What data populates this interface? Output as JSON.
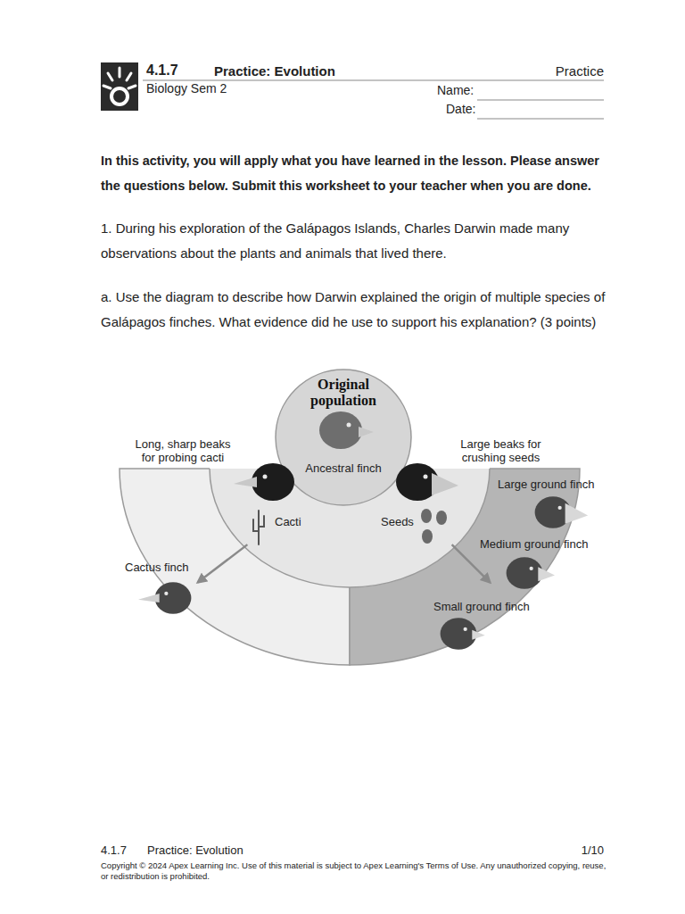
{
  "diagram": {
    "title": "Practice: Evolution",
    "nodes": [
      {
        "text": [
          "Original population",
          "Ancestral finch"
        ]
      },
      {
        "text": [
          "Cacti"
        ]
      },
      {
        "text": [
          "Seeds"
        ]
      },
      {
        "text": [
          "Cactus finch"
        ]
      },
      {
        "text": [
          "Large ground finch",
          "Medium ground finch",
          "Small ground finch"
        ]
      }
    ],
    "edges": [
      {
        "from": 1,
        "to": 3,
        "arrow": "to"
      },
      {
        "from": 2,
        "to": 4,
        "arrow": "to"
      }
    ],
    "labels": [
      "4.1.7",
      "Practice",
      "Biology Sem 2",
      "Name:",
      "Date:",
      "In this activity, you will apply what you have learned in the lesson. Please answer the questions below. Submit this worksheet to your teacher when you are done.",
      "1. During his exploration of the Galápagos Islands, Charles Darwin made many observations about the plants and animals that lived there.",
      "a. Use the diagram to describe how Darwin explained the origin of multiple species of Galápagos finches. What evidence did he use to support his explanation? (3 points)",
      "Long, sharp beaks for probing cacti",
      "Large beaks for crushing seeds",
      "4.1.7",
      "Practice: Evolution",
      "1/10",
      "Copyright © 2024 Apex Learning Inc. Use of this material is subject to Apex Learning's Terms of Use. Any unauthorized copying, reuse, or redistribution is prohibited."
    ]
  }
}
